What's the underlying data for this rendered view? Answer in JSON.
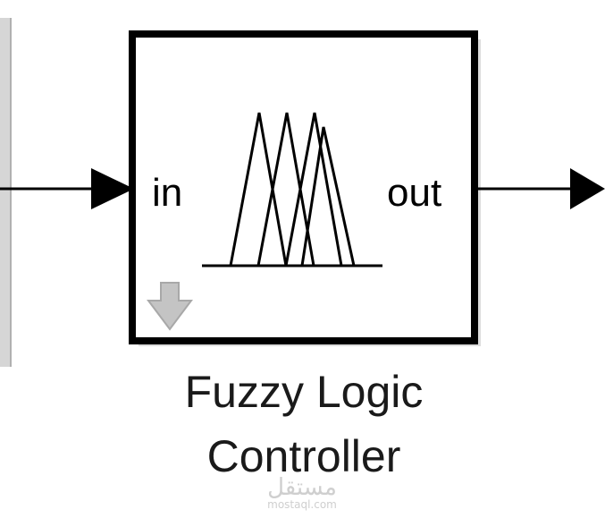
{
  "block": {
    "input_port": "in",
    "output_port": "out",
    "caption_line1": "Fuzzy Logic",
    "caption_line2": "Controller"
  },
  "icons": {
    "membership": "triangular-membership-functions-icon",
    "look_under_mask": "down-arrow-icon"
  },
  "colors": {
    "line": "#000000",
    "left_block_shadow": "#c8c8c8",
    "arrow_icon": "#c4c4c4"
  },
  "watermark": {
    "brand_ar": "مستقل",
    "site": "mostaql.com"
  }
}
